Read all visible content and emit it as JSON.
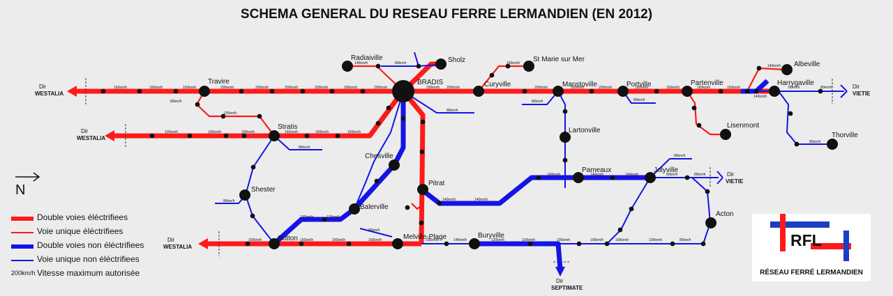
{
  "title": "SCHEMA GENERAL DU RESEAU FERRE LERMANDIEN (EN 2012)",
  "colors": {
    "electrified": "#ff1a1a",
    "non_electrified": "#1414e6",
    "station": "#111111"
  },
  "stations": [
    "BRADIS",
    "Radiaiville",
    "Sholz",
    "St Marie sur Mer",
    "Curyville",
    "Manstoville",
    "Portville",
    "Partenville",
    "Albeville",
    "Harrygaville",
    "Lisenmont",
    "Thorville",
    "Travire",
    "Stratis",
    "Lartonville",
    "Chesville",
    "Pitrat",
    "Pameaux",
    "Jolyville",
    "Shester",
    "Balerville",
    "Acton",
    "Sutton",
    "Melville-Plage",
    "Buryville"
  ],
  "directions": [
    {
      "dir": "Dir",
      "name": "WESTALIA"
    },
    {
      "dir": "Dir",
      "name": "WESTALIA"
    },
    {
      "dir": "Dir",
      "name": "WESTALIA"
    },
    {
      "dir": "Dir",
      "name": "VIETIE"
    },
    {
      "dir": "Dir",
      "name": "VIETIE"
    },
    {
      "dir": "Dir",
      "name": "SEPTIMATE"
    }
  ],
  "speed_labels": {
    "s160": "160km/h",
    "s200": "200km/h",
    "s140": "140km/h",
    "s120": "120km/h",
    "s100": "100km/h",
    "s80": "80km/h"
  },
  "compass": "N",
  "legend": [
    {
      "style": "electrified-double",
      "label": "Double voies éléctrifiees"
    },
    {
      "style": "electrified-single",
      "label": "Voie unique éléctrifiees"
    },
    {
      "style": "non-electrified-double",
      "label": "Double voies non éléctrifiees"
    },
    {
      "style": "non-electrified-single",
      "label": "Voie unique non éléctrifiees"
    },
    {
      "style": "speed-example",
      "sample": "200km/h",
      "label": "Vitesse maximum autorisée"
    }
  ],
  "logo": {
    "abbr": "RFL",
    "name": "RÉSEAU FERRÉ LERMANDIEN",
    "icon": "rfl-logo-icon"
  }
}
